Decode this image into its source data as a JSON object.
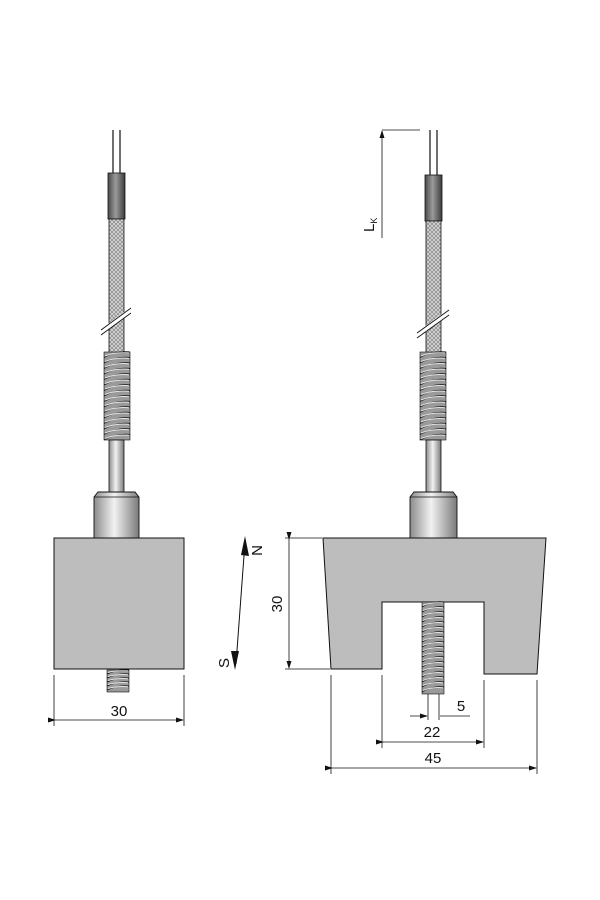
{
  "left_view": {
    "width_label": "30"
  },
  "right_view": {
    "height_label": "30",
    "slot_label": "22",
    "stud_label": "5",
    "total_width_label": "45",
    "cable_length_label_main": "L",
    "cable_length_label_sub": "K"
  },
  "polarity": {
    "north": "N",
    "south": "S"
  },
  "colors": {
    "magnet_fill": "#bdbdbd",
    "cable_sheath": "#8a8a8a",
    "line": "#111111"
  }
}
